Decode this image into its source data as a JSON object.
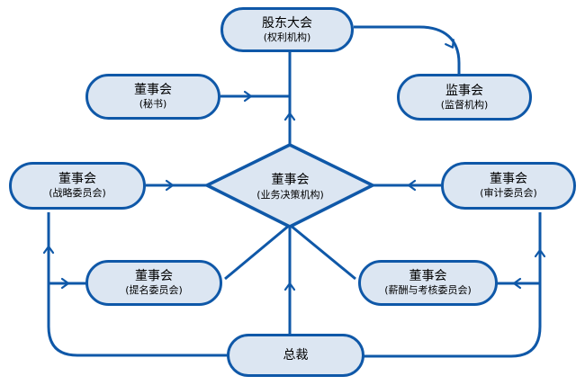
{
  "diagram": {
    "description": "corporate governance organization flowchart",
    "colors": {
      "line_and_border": "#0F58A8",
      "node_fill": "#DCE6F2",
      "background": "#FFFFFF",
      "text": "#000000"
    },
    "nodes": {
      "shareholders": {
        "title": "股东大会",
        "subtitle": "(权利机构)"
      },
      "secretary": {
        "title": "董事会",
        "subtitle": "(秘书)"
      },
      "supervisory": {
        "title": "监事会",
        "subtitle": "(监督机构)"
      },
      "strategy": {
        "title": "董事会",
        "subtitle": "(战略委员会)"
      },
      "board": {
        "title": "董事会",
        "subtitle": "(业务决策机构)"
      },
      "audit": {
        "title": "董事会",
        "subtitle": "(审计委员会)"
      },
      "nomination": {
        "title": "董事会",
        "subtitle": "(提名委员会)"
      },
      "remuneration": {
        "title": "董事会",
        "subtitle": "(薪酬与考核委员会)"
      },
      "president": {
        "title": "总裁",
        "subtitle": ""
      }
    }
  }
}
